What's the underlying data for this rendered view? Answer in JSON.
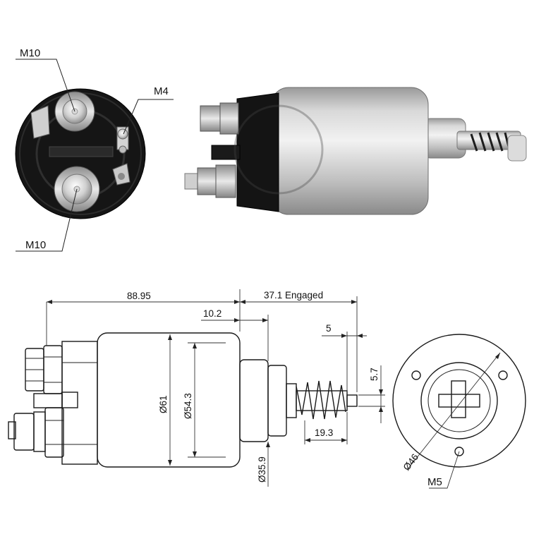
{
  "photo_labels": {
    "m10_top": "M10",
    "m4": "M4",
    "m10_bottom": "M10"
  },
  "dimensions": {
    "overall_length": "88.95",
    "engaged_travel": "37.1 Engaged",
    "flange_offset": "10.2",
    "plunger_tip": "5",
    "plunger_height": "5.7",
    "spring_length": "19.3",
    "body_diameter": "Ø61",
    "inner_diameter": "Ø54.3",
    "nose_diameter": "Ø35.9",
    "bolt_circle": "Ø46",
    "mount_thread": "M5"
  },
  "colors": {
    "metal_light": "#e4e4e4",
    "metal_mid": "#b9b9b9",
    "metal_dark": "#7a7a7a",
    "bakelite": "#141414",
    "line": "#222222"
  }
}
